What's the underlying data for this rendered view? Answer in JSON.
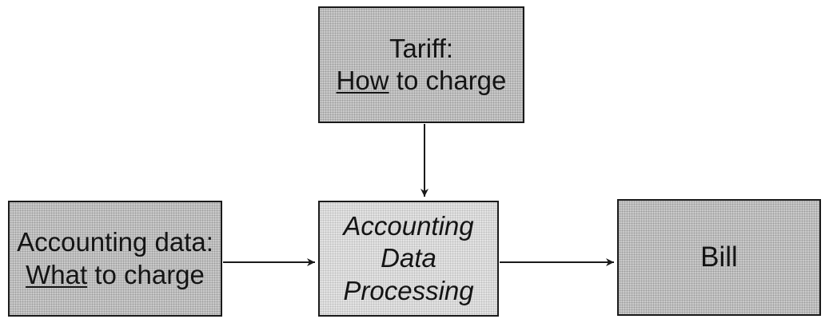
{
  "diagram": {
    "tariff_box": {
      "line1": "Tariff:",
      "line2_underlined": "How",
      "line2_rest": " to charge"
    },
    "accounting_data_box": {
      "line1": "Accounting data:",
      "line2_underlined": "What",
      "line2_rest": " to charge"
    },
    "processing_box": {
      "line1": "Accounting",
      "line2": "Data",
      "line3": "Processing"
    },
    "bill_box": {
      "label": "Bill"
    },
    "connections": [
      {
        "from": "tariff_box",
        "to": "processing_box"
      },
      {
        "from": "accounting_data_box",
        "to": "processing_box"
      },
      {
        "from": "processing_box",
        "to": "bill_box"
      }
    ]
  }
}
